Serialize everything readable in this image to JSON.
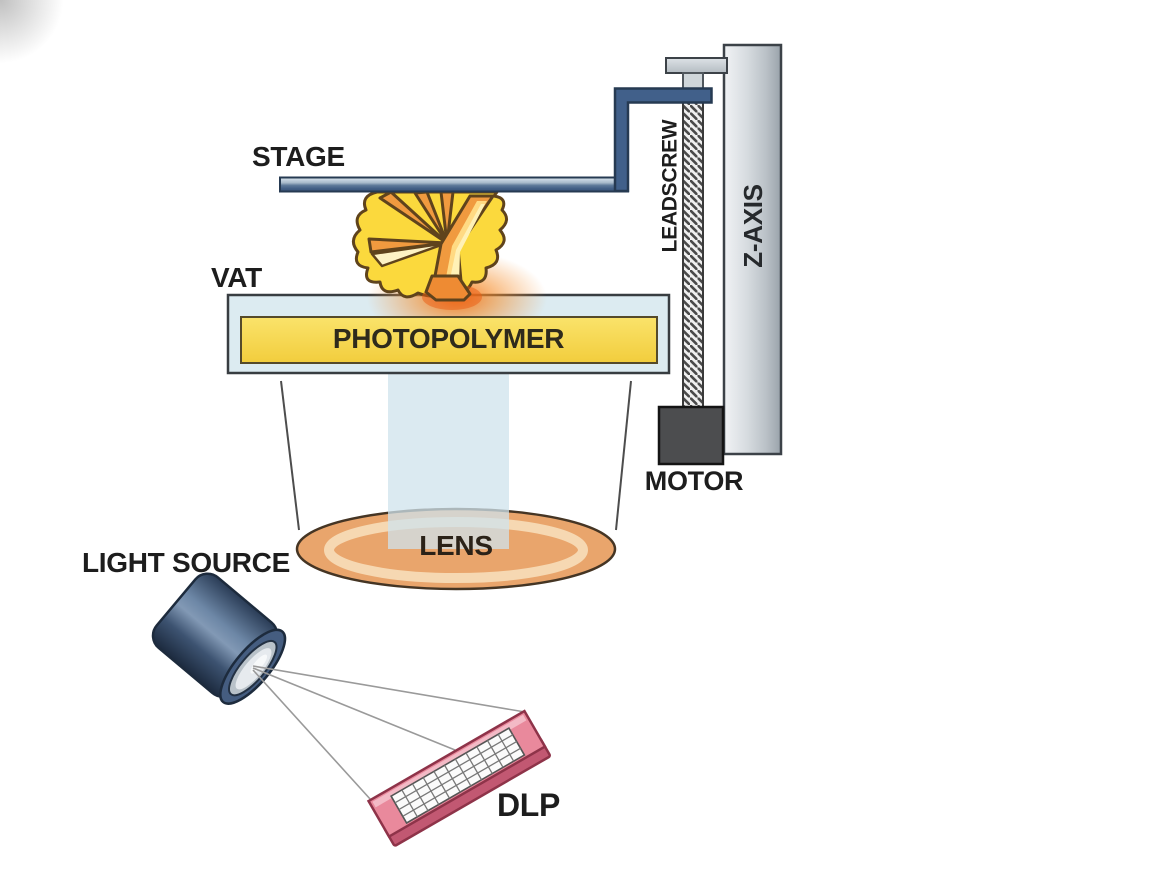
{
  "diagram": {
    "type": "DLP stereolithography 3D printer schematic",
    "labels": {
      "stage": "STAGE",
      "vat": "VAT",
      "photopolymer": "PHOTOPOLYMER",
      "leadscrew": "LEADSCREW",
      "z_axis": "Z-AXIS",
      "motor": "MOTOR",
      "lens": "LENS",
      "light_source": "LIGHT SOURCE",
      "dlp": "DLP"
    },
    "colors": {
      "stage_blue": "#41608a",
      "vat_fill": "#dcebf1",
      "photopolymer_yellow": "#f5d64a",
      "lens_orange": "#e9a56c",
      "glow_orange": "#f37319",
      "dlp_pink": "#e9899c",
      "motor_gray": "#4c4d4f",
      "z_axis_gray": "#c3cad0",
      "light_source_navy": "#3c5474",
      "background": "#ffffff"
    }
  }
}
